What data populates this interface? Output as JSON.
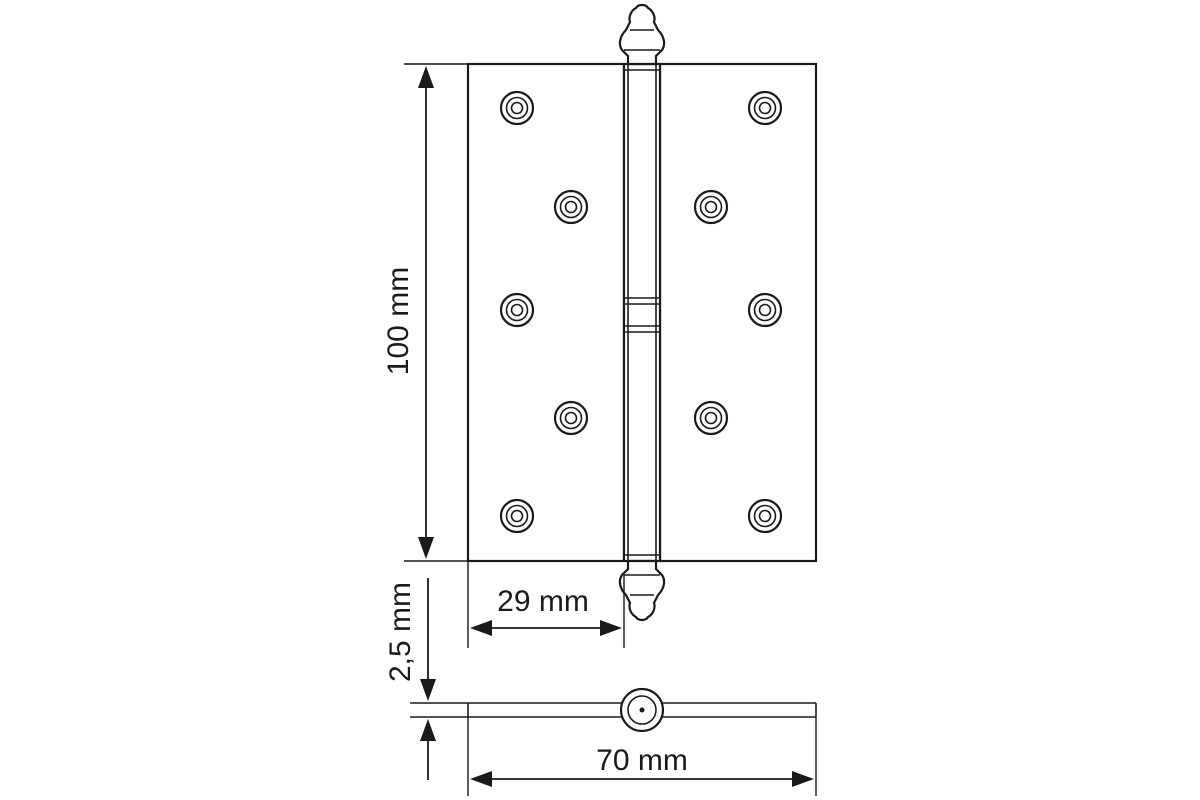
{
  "diagram": {
    "dimensions": {
      "height": "100 mm",
      "leaf_width": "29 mm",
      "thickness": "2,5 mm",
      "total_width": "70 mm"
    },
    "holes_per_leaf": 5
  }
}
